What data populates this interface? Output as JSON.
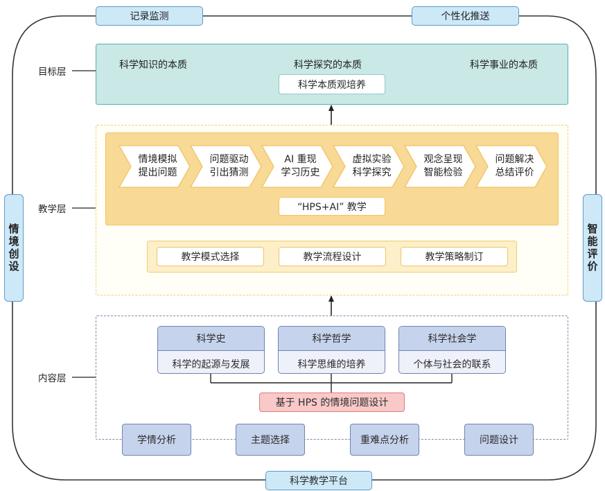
{
  "frame": {
    "top_left_tag": "记录监测",
    "top_right_tag": "个性化推送",
    "left_tag": "情境创设",
    "right_tag": "智能评价",
    "bottom_tag": "科学教学平台"
  },
  "layers": {
    "goal": {
      "label": "目标层",
      "items": [
        "科学知识的本质",
        "科学探究的本质",
        "科学事业的本质"
      ],
      "summary": "科学本质观培养"
    },
    "teaching": {
      "label": "教学层",
      "steps": [
        {
          "line1": "情境模拟",
          "line2": "提出问题"
        },
        {
          "line1": "问题驱动",
          "line2": "引出猜测"
        },
        {
          "line1": "AI 重现",
          "line2": "学习历史"
        },
        {
          "line1": "虚拟实验",
          "line2": "科学探究"
        },
        {
          "line1": "观念呈现",
          "line2": "智能检验"
        },
        {
          "line1": "问题解决",
          "line2": "总结评价"
        }
      ],
      "summary": "“HPS+AI” 教学",
      "design_items": [
        "教学模式选择",
        "教学流程设计",
        "教学策略制订"
      ]
    },
    "content": {
      "label": "内容层",
      "cards": [
        {
          "title": "科学史",
          "body": "科学的起源与发展"
        },
        {
          "title": "科学哲学",
          "body": "科学思维的培养"
        },
        {
          "title": "科学社会学",
          "body": "个体与社会的联系"
        }
      ],
      "hps_design": "基于 HPS 的情境问题设计",
      "bottom_items": [
        "学情分析",
        "主题选择",
        "重难点分析",
        "问题设计"
      ]
    }
  },
  "colors": {
    "goal_fill": "#c9e8e6",
    "teach_fill": "#f8d995",
    "content_fill": "#c6d3ec",
    "hps_fill": "#f8c9c8",
    "tag_fill": "#cde8f7"
  }
}
